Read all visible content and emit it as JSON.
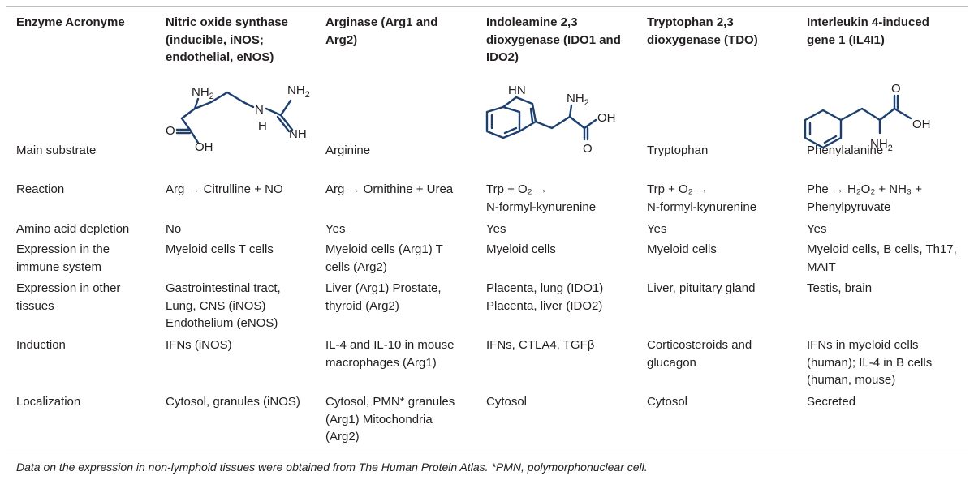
{
  "table": {
    "headers": [
      [
        "Enzyme Acronyme"
      ],
      [
        "Nitric oxide synthase",
        "(inducible, iNOS;",
        "endothelial, eNOS)"
      ],
      [
        "Arginase (Arg1 and",
        "Arg2)"
      ],
      [
        "Indoleamine 2,3",
        "dioxygenase (IDO1 and",
        "IDO2)"
      ],
      [
        "Tryptophan 2,3",
        "dioxygenase (TDO)"
      ],
      [
        "Interleukin 4-induced",
        "gene 1 (IL4I1)"
      ]
    ],
    "rows": [
      {
        "label": [
          "Main substrate"
        ],
        "cells": [
          [],
          [
            "Arginine"
          ],
          [],
          [
            "Tryptophan"
          ],
          [
            "Phenylalanine"
          ]
        ]
      },
      {
        "label": [
          "Reaction"
        ],
        "cells": [
          [
            "Arg → Citrulline + NO"
          ],
          [
            "Arg → Ornithine + Urea"
          ],
          [
            "Trp + O₂ →",
            "N-formyl-kynurenine"
          ],
          [
            "Trp + O₂ →",
            "N-formyl-kynurenine"
          ],
          [
            "Phe → H₂O₂ + NH₃ +",
            "Phenylpyruvate"
          ]
        ]
      },
      {
        "label": [
          "Amino acid depletion"
        ],
        "cells": [
          [
            "No"
          ],
          [
            "Yes"
          ],
          [
            "Yes"
          ],
          [
            "Yes"
          ],
          [
            "Yes"
          ]
        ]
      },
      {
        "label": [
          "Expression in the",
          "immune system"
        ],
        "cells": [
          [
            "Myeloid cells T cells"
          ],
          [
            "Myeloid cells (Arg1) T",
            "cells (Arg2)"
          ],
          [
            "Myeloid cells"
          ],
          [
            "Myeloid cells"
          ],
          [
            "Myeloid cells, B cells, Th17,",
            "MAIT"
          ]
        ]
      },
      {
        "label": [
          "Expression in other",
          "tissues"
        ],
        "cells": [
          [
            "Gastrointestinal tract,",
            "Lung, CNS (iNOS)",
            "Endothelium (eNOS)"
          ],
          [
            "Liver (Arg1) Prostate,",
            "thyroid (Arg2)"
          ],
          [
            "Placenta, lung (IDO1)",
            "Placenta, liver (IDO2)"
          ],
          [
            "Liver, pituitary gland"
          ],
          [
            "Testis, brain"
          ]
        ]
      },
      {
        "label": [
          "Induction"
        ],
        "cells": [
          [
            "IFNs (iNOS)"
          ],
          [
            "IL-4 and IL-10 in mouse",
            "macrophages (Arg1)"
          ],
          [
            "IFNs, CTLA4, TGFβ"
          ],
          [
            "Corticosteroids and",
            "glucagon"
          ],
          [
            "IFNs in myeloid cells",
            "(human); IL-4 in B cells",
            "(human, mouse)"
          ]
        ]
      },
      {
        "label": [
          "Localization"
        ],
        "cells": [
          [
            "Cytosol, granules (iNOS)"
          ],
          [
            "Cytosol, PMN* granules",
            "(Arg1) Mitochondria",
            "(Arg2)"
          ],
          [
            "Cytosol"
          ],
          [
            "Cytosol"
          ],
          [
            "Secreted"
          ]
        ]
      }
    ]
  },
  "structures": {
    "arginine": {
      "nh2_top": "NH",
      "nh2_top_sub": "2",
      "nh2_right": "NH",
      "nh2_right_sub": "2",
      "n": "N",
      "h": "H",
      "nh": "NH",
      "o": "O",
      "oh": "OH"
    },
    "tryptophan": {
      "hn": "HN",
      "nh2": "NH",
      "nh2_sub": "2",
      "oh": "OH",
      "o": "O"
    },
    "phenylalanine": {
      "o": "O",
      "oh": "OH",
      "nh2": "NH",
      "nh2_sub": "2"
    }
  },
  "footnote": "Data on the expression in non-lymphoid tissues were obtained from The Human Protein Atlas. *PMN, polymorphonuclear cell.",
  "colors": {
    "bond": "#1c3f6e",
    "text": "#231f20",
    "rule": "#bdbdbd"
  }
}
